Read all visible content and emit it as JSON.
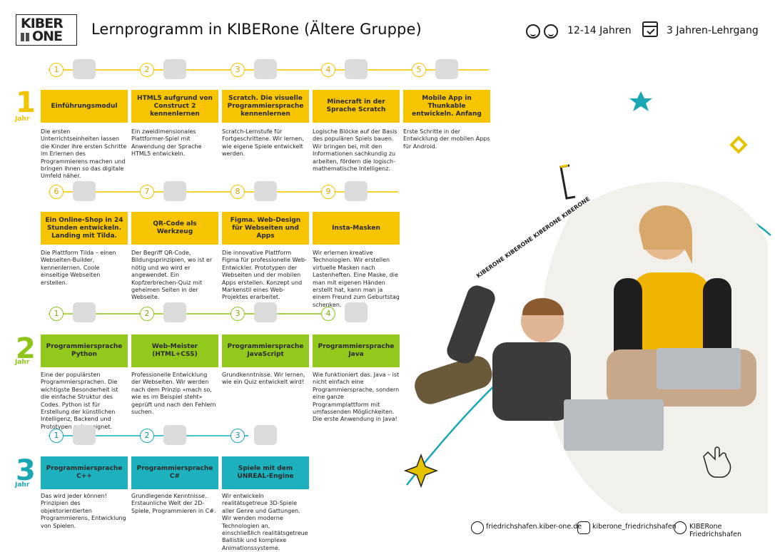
{
  "header": {
    "logo_line1": "KIBER",
    "logo_line2": "ONE",
    "title": "Lernprogramm in KIBERone (Ältere Gruppe)",
    "ages": "12-14 Jahren",
    "course": "3 Jahren-Lehrgang"
  },
  "colors": {
    "year1": "#f7c500",
    "year2": "#93c91c",
    "year3": "#1db1be"
  },
  "year1": {
    "number": "1",
    "label": "Jahr",
    "row1": [
      {
        "step": "1",
        "icon": "keyboard-icon",
        "title": "Einführungsmodul",
        "desc": "Die ersten Unterrichtseinheiten lassen die Kinder ihre ersten Schritte im Erlernen des Programmierens machen und bringen ihnen so das digitale Umfeld näher."
      },
      {
        "step": "2",
        "icon": "gear-icon",
        "title": "HTML5 aufgrund von Construct 2 kennenlernen",
        "desc": "Ein zweidimensionales Plattformer-Spiel mit Anwendung der Sprache HTML5 entwickeln."
      },
      {
        "step": "3",
        "icon": "scratch-cat-icon",
        "title": "Scratch. Die visuelle Programmiersprache kennenlernen",
        "desc": "Scratch-Lernstufe für Fortgeschrittene. Wir lernen, wie eigene Spiele entwickelt werden."
      },
      {
        "step": "4",
        "icon": "minecraft-icon",
        "title": "Minecraft in der Sprache Scratch",
        "desc": "Logische Blöcke auf der Basis des populären Spiels bauen. Wir bringen bei, mit den Informationen sachkundig zu arbeiten, fördern die logisch-mathematische Intelligenz."
      },
      {
        "step": "5",
        "icon": "thunkable-icon",
        "title": "Mobile App in Thunkable entwickeln. Anfang",
        "desc": "Erste Schritte in der Entwicklung der mobilen Apps für Android."
      }
    ],
    "row2": [
      {
        "step": "6",
        "icon": "tilda-icon",
        "title": "Ein Online-Shop in 24 Stunden entwickeln. Landing mit Tilda.",
        "desc": "Die Plattform Tilda – einen Webseiten-Builder, kennenlernen. Coole einseitige Webseiten erstellen."
      },
      {
        "step": "7",
        "icon": "qr-code-icon",
        "title": "QR-Code als Werkzeug",
        "desc": "Der Begriff QR-Code, Bildungsprinzipien, wo ist er nötig und wo wird er angewendet. Ein Kopfzerbrechen-Quiz mit geheimen Seiten in der Webseite."
      },
      {
        "step": "8",
        "icon": "figma-icon",
        "title": "Figma. Web-Design für Webseiten und Apps",
        "desc": "Die innovative Plattform Figma für professionelle Web-Entwickler. Prototypen der Webseiten und der mobilen Apps erstellen. Konzept und Markenstil eines Web-Projektes erarbeitet."
      },
      {
        "step": "9",
        "icon": "instagram-icon",
        "title": "Insta-Masken",
        "desc": "Wir erlernen kreative Technologien. Wir erstellen virtuelle Masken nach Lastenheften. Eine Maske, die man mit eigenen Händen erstellt hat, kann man ja einem Freund zum Geburtstag schenken."
      }
    ]
  },
  "year2": {
    "number": "2",
    "label": "Jahr",
    "items": [
      {
        "step": "1",
        "icon": "python-icon",
        "title": "Programmiersprache Python",
        "desc": "Eine der populärsten Programmiersprachen. Die wichtigste Besonderheit ist die einfache Struktur des Codes. Python ist für Erstellung der künstlichen Intelligenz, Backend und Prototypen gut geeignet."
      },
      {
        "step": "2",
        "icon": "html-css-icon",
        "title": "Web-Meister (HTML+CSS)",
        "desc": "Professionelle Entwicklung der Webseiten. Wir werden nach dem Prinzip «mach so, wie es im Beispiel steht» geprüft und nach den Fehlern suchen."
      },
      {
        "step": "3",
        "icon": "js-icon",
        "title": "Programmiersprache JavaScript",
        "desc": "Grundkenntnisse. Wir lernen, wie ein Quiz entwickelt wird!"
      },
      {
        "step": "4",
        "icon": "java-icon",
        "title": "Programmiersprache Java",
        "desc": "Wie funktioniert das. Java – ist nicht einfach eine Programmiersprache, sondern eine ganze Programmplattform mit umfassenden Möglichkeiten. Die erste Anwendung in Java!"
      }
    ]
  },
  "year3": {
    "number": "3",
    "label": "Jahr",
    "items": [
      {
        "step": "1",
        "icon": "cpp-icon",
        "title": "Programmiersprache C++",
        "desc": "Das wird jeder können! Prinzipien des objektorientierten Programmierens, Entwicklung von Spielen."
      },
      {
        "step": "2",
        "icon": "csharp-icon",
        "title": "Programmiersprache C#",
        "desc": "Grundlegende Kenntnisse. Erstaunliche Welt der 2D-Spiele, Programmieren in C#."
      },
      {
        "step": "3",
        "icon": "unreal-icon",
        "title": "Spiele mit dem UNREAL-Engine",
        "desc": "Wir entwickeln realitätsgetreue 3D-Spiele aller Genre und Gattungen. Wir wenden moderne Technologien an, einschließlich realitätsgetreue Ballistik und komplexe Animationssysteme."
      }
    ]
  },
  "decor": {
    "ring_text": "KIBERONE KIBERONE KIBERONE KIBERONE"
  },
  "footer": {
    "website": "friedrichshafen.kiber-one.de",
    "instagram": "kiberone_friedrichshafen",
    "facebook": "KIBERone Friedrichshafen"
  }
}
